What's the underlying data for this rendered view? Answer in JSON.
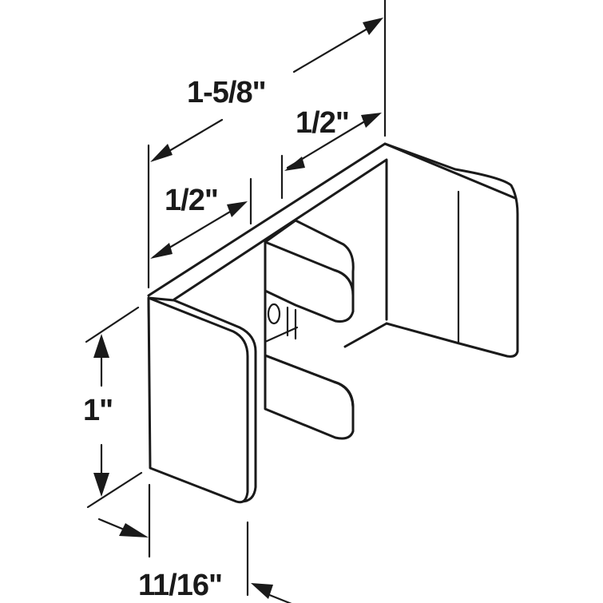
{
  "diagram": {
    "subject": "sliding door bracket / catch with dimensions",
    "line_color": "#1a1a1a",
    "background": "#ffffff",
    "dimensions": {
      "overall_depth": "1-5/8\"",
      "back_flange_depth": "1/2\"",
      "front_flange_depth": "1/2\"",
      "height": "1\"",
      "width": "11/16\""
    }
  }
}
